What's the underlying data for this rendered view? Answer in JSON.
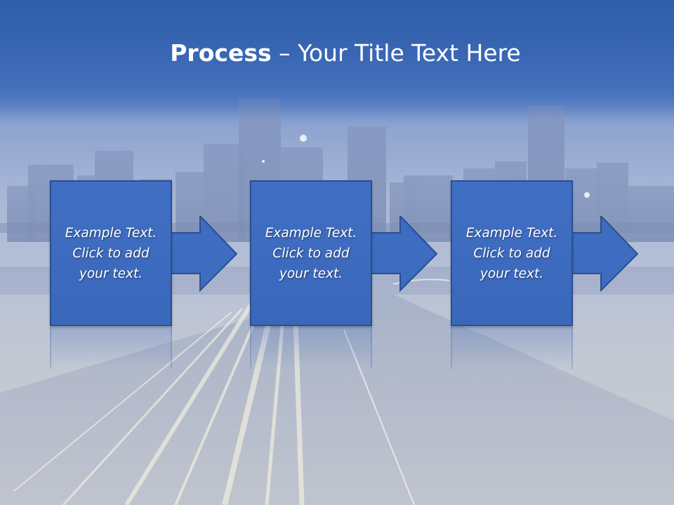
{
  "slide": {
    "title_bold": "Process",
    "title_rest": " – Your Title Text Here"
  },
  "steps": [
    {
      "text": "Example Text.\nClick  to add\nyour text."
    },
    {
      "text": "Example Text.\nClick  to add\nyour text."
    },
    {
      "text": "Example Text.\nClick  to add\nyour text."
    }
  ],
  "colors": {
    "title_band": "#3a67b4",
    "box_fill": "#3f6fc4",
    "box_border": "#2a4f8f",
    "text": "#ffffff"
  },
  "icons": [
    "right-arrow-icon"
  ]
}
